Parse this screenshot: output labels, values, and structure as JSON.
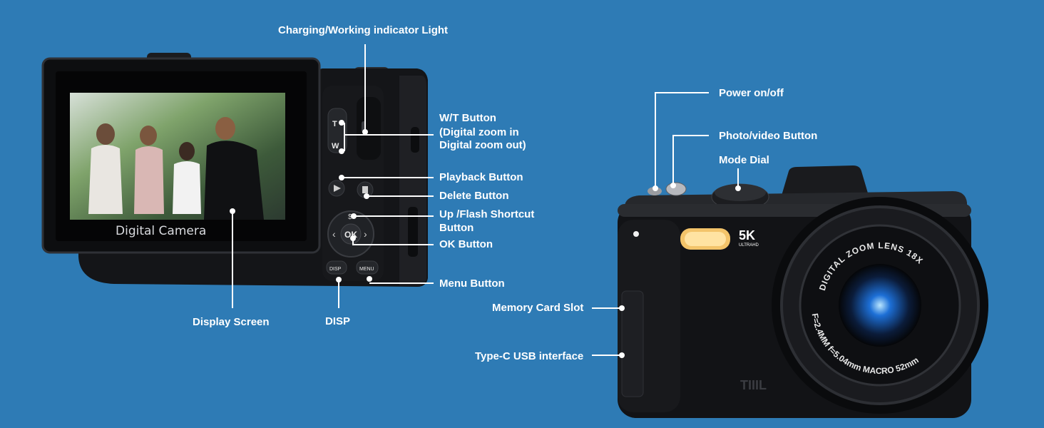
{
  "colors": {
    "background": "#2e7bb5",
    "label_text": "#ffffff",
    "camera_body": "#111214",
    "camera_edge": "#2a2c30",
    "lens_blue": "#1d6fd6",
    "flash_amber": "#f3c46a"
  },
  "back_camera": {
    "screen_text": "Digital Camera",
    "buttons": {
      "t": "T",
      "w": "W",
      "ok": "OK",
      "disp": "DISP",
      "menu": "MENU"
    },
    "labels": {
      "charging_light": "Charging/Working indicator Light",
      "wt_button_line1": "W/T Button",
      "wt_button_line2": "(Digital zoom in",
      "wt_button_line3": "Digital zoom out)",
      "playback_button": "Playback Button",
      "delete_button": "Delete Button",
      "up_flash_line1": "Up /Flash Shortcut",
      "up_flash_line2": "Button",
      "ok_button": "OK Button",
      "menu_button": "Menu Button",
      "display_screen": "Display Screen",
      "disp": "DISP"
    }
  },
  "front_camera": {
    "badge_big": "5K",
    "badge_small": "ULTRAHD",
    "lens_text_top": "DIGITAL ZOOM LENS 18X",
    "lens_text_bottom": "F=2.4MM f=5.04mm MACRO 52mm",
    "labels": {
      "power": "Power on/off",
      "photo_video": "Photo/video Button",
      "mode_dial": "Mode Dial",
      "memory_card": "Memory Card Slot",
      "usb": "Type-C USB interface"
    }
  }
}
